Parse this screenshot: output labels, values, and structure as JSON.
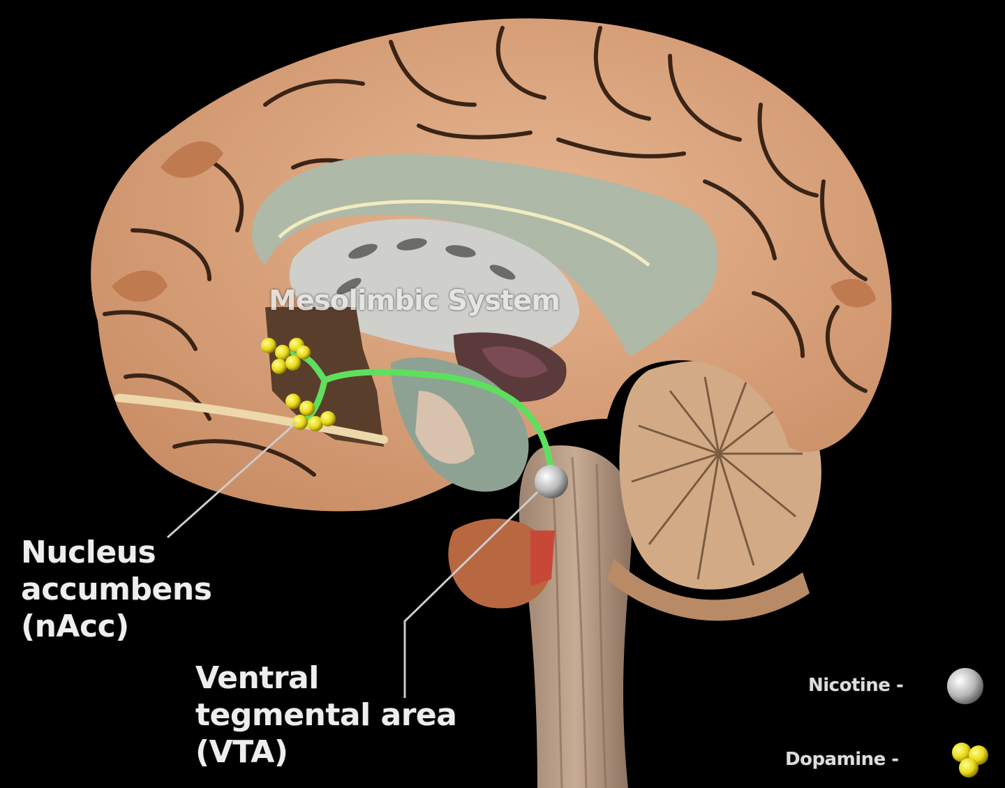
{
  "diagram": {
    "title": "Mesolimbic System",
    "labels": {
      "nacc": [
        "Nucleus",
        "accumbens",
        "(nAcc)"
      ],
      "vta": [
        "Ventral",
        "tegmental area",
        "(VTA)"
      ]
    },
    "legend": {
      "nicotine": "Nicotine -",
      "dopamine": "Dopamine -"
    },
    "colors": {
      "background": "#000000",
      "cortex": "#d9a27c",
      "sulcus": "#3a2416",
      "corpus_callosum": "#a9b4a3",
      "pathway": "#5ee05e",
      "dopamine": "#f0e020",
      "nicotine": "#d8d8d8",
      "cerebellum": "#c8a27e",
      "brainstem": "#b89a82"
    }
  }
}
